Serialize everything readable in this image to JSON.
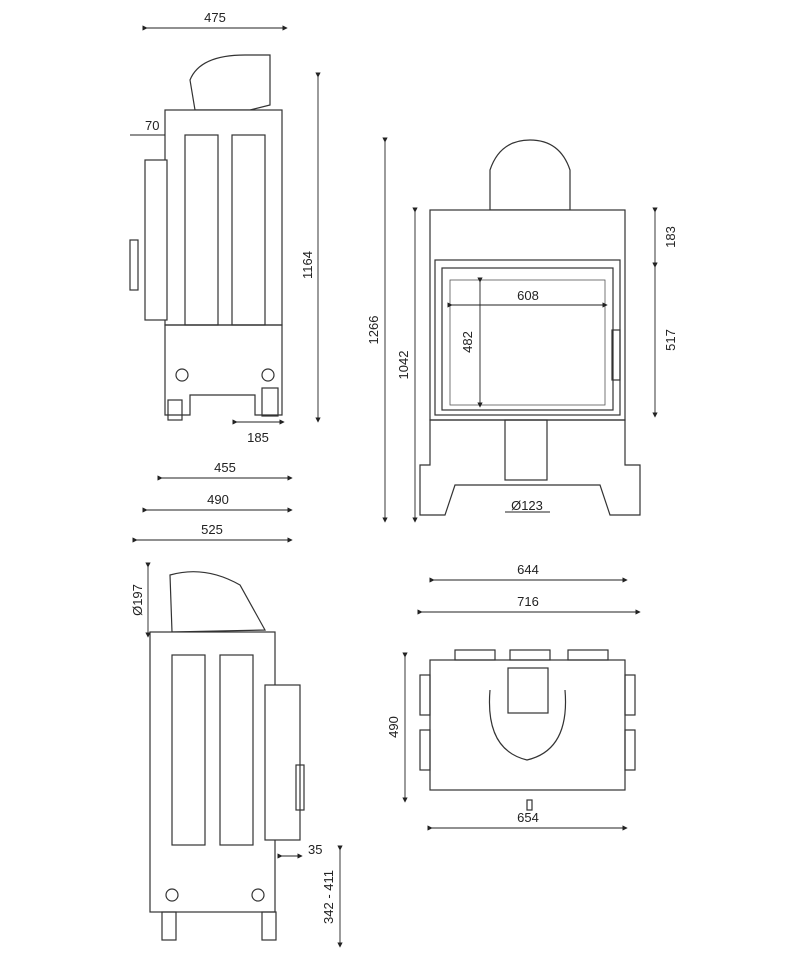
{
  "side_view": {
    "width_total": "475",
    "offset_top": "70",
    "height": "1164",
    "leg_offset": "185",
    "depth_inner": "455",
    "depth_mid": "490",
    "depth_total": "525"
  },
  "front_view": {
    "height_total": "1266",
    "height_body": "1042",
    "top_section": "183",
    "glass_width": "608",
    "glass_height": "482",
    "door_height": "517",
    "flue_diameter": "Ø123",
    "width_inner": "644",
    "width_total": "716"
  },
  "side_view_2": {
    "flue_diameter": "Ø197",
    "offset": "35",
    "leg_range": "342 - 411"
  },
  "top_view": {
    "depth": "490",
    "width": "654"
  }
}
